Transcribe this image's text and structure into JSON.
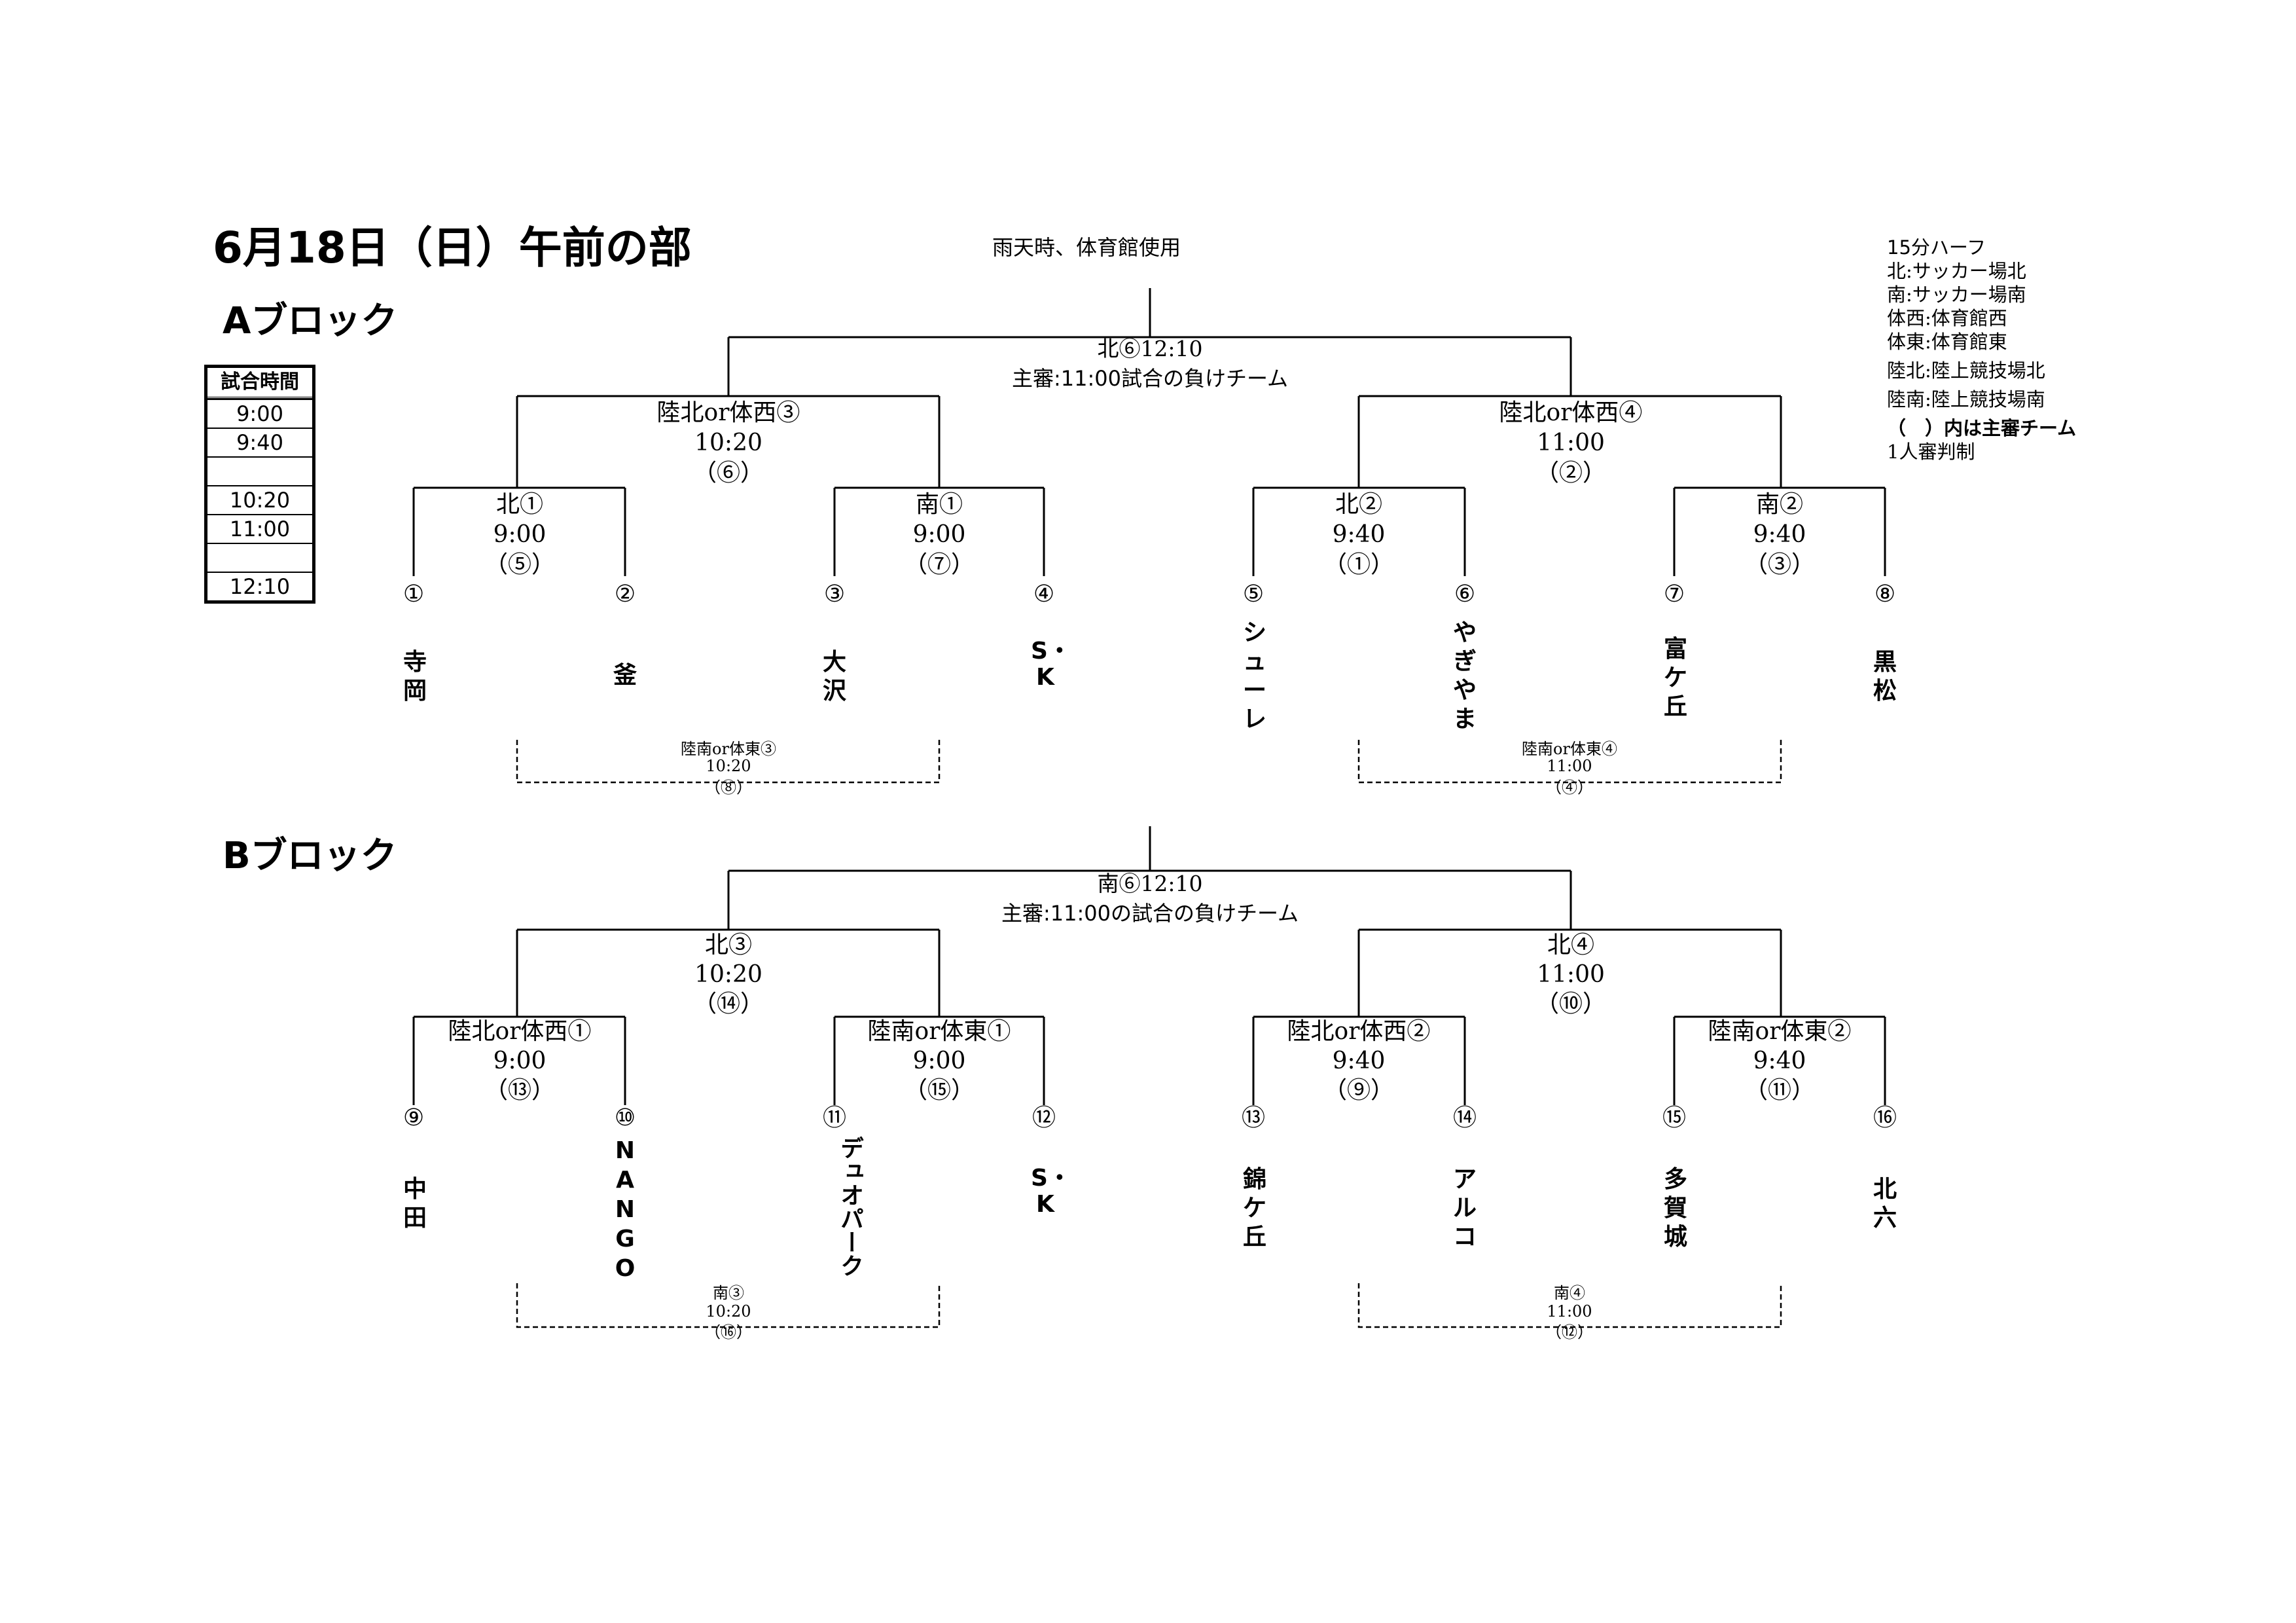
{
  "title": "6月18日（日）午前の部",
  "rain_note": "雨天時、体育館使用",
  "schedule": {
    "header": "試合時間",
    "times": [
      "9:00",
      "9:40",
      "",
      "10:20",
      "11:00",
      "",
      "12:10"
    ]
  },
  "notes": {
    "format": "15分ハーフ",
    "venues": [
      "北:サッカー場北",
      "南:サッカー場南",
      "体西:体育館西",
      "体東:体育館東",
      "陸北:陸上競技場北",
      "陸南:陸上競技場南"
    ],
    "ref_note": "（　）内は主審チーム",
    "ref_system": "1人審判制"
  },
  "block_a": {
    "name": "Aブロック",
    "final": {
      "line1": "北⑥12:10",
      "line2": "主審:11:00試合の負けチーム"
    },
    "semis": [
      {
        "line1": "陸北or体西③",
        "line2": "10:20",
        "line3": "（⑥）"
      },
      {
        "line1": "陸北or体西④",
        "line2": "11:00",
        "line3": "（②）"
      }
    ],
    "firsts": [
      {
        "line1": "北①",
        "line2": "9:00",
        "line3": "（⑤）"
      },
      {
        "line1": "南①",
        "line2": "9:00",
        "line3": "（⑦）"
      },
      {
        "line1": "北②",
        "line2": "9:40",
        "line3": "（①）"
      },
      {
        "line1": "南②",
        "line2": "9:40",
        "line3": "（③）"
      }
    ],
    "nums": [
      "①",
      "②",
      "③",
      "④",
      "⑤",
      "⑥",
      "⑦",
      "⑧"
    ],
    "teams": [
      "寺岡",
      "釜",
      "大沢",
      "S・K",
      "シューレ",
      "やぎやま",
      "富ケ丘",
      "黒松"
    ],
    "consolation": [
      {
        "line1": "陸南or体東③",
        "line2": "10:20",
        "line3": "（⑧）"
      },
      {
        "line1": "陸南or体東④",
        "line2": "11:00",
        "line3": "（④）"
      }
    ]
  },
  "block_b": {
    "name": "Bブロック",
    "final": {
      "line1": "南⑥12:10",
      "line2": "主審:11:00の試合の負けチーム"
    },
    "semis": [
      {
        "line1": "北③",
        "line2": "10:20",
        "line3": "（⑭）"
      },
      {
        "line1": "北④",
        "line2": "11:00",
        "line3": "（⑩）"
      }
    ],
    "firsts": [
      {
        "line1": "陸北or体西①",
        "line2": "9:00",
        "line3": "（⑬）"
      },
      {
        "line1": "陸南or体東①",
        "line2": "9:00",
        "line3": "（⑮）"
      },
      {
        "line1": "陸北or体西②",
        "line2": "9:40",
        "line3": "（⑨）"
      },
      {
        "line1": "陸南or体東②",
        "line2": "9:40",
        "line3": "（⑪）"
      }
    ],
    "nums": [
      "⑨",
      "⑩",
      "⑪",
      "⑫",
      "⑬",
      "⑭",
      "⑮",
      "⑯"
    ],
    "teams": [
      "中田",
      "NANGO",
      "デュオパーク",
      "S・K",
      "錦ケ丘",
      "アルコ",
      "多賀城",
      "北六"
    ],
    "consolation": [
      {
        "line1": "南③",
        "line2": "10:20",
        "line3": "（⑯）"
      },
      {
        "line1": "南④",
        "line2": "11:00",
        "line3": "（⑫）"
      }
    ]
  }
}
